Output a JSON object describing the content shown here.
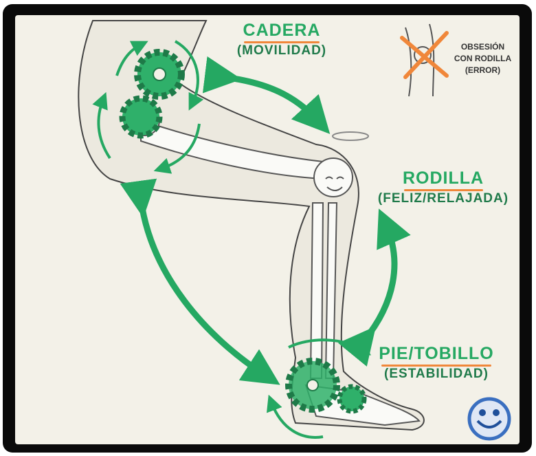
{
  "labels": {
    "hip": {
      "title": "CADERA",
      "subtitle": "(MOVILIDAD)"
    },
    "knee": {
      "title": "RODILLA",
      "subtitle": "(FELIZ/RELAJADA)"
    },
    "foot": {
      "title": "PIE/TOBILLO",
      "subtitle": "(ESTABILIDAD)"
    }
  },
  "note": {
    "line1": "OBSESIÓN",
    "line2": "CON RODILLA",
    "line3": "(ERROR)"
  },
  "colors": {
    "green": "#25a862",
    "dark_green": "#1f7a4a",
    "orange": "#f0873a",
    "frame": "#0a0a0a",
    "paper": "#f3f1e8",
    "logo_blue": "#3a6fc0"
  }
}
